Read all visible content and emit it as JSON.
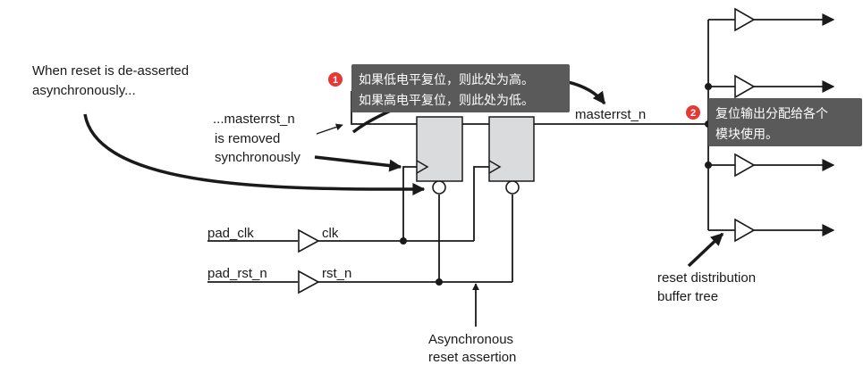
{
  "colors": {
    "ff_fill": "#d9dbdd",
    "note_bg": "#5a5a5a",
    "badge": "#e53935",
    "wire": "#1a1a1a"
  },
  "labels": {
    "when_reset_1": "When reset is de-asserted",
    "when_reset_2": "asynchronously...",
    "masterrst_1": "...masterrst_n",
    "masterrst_2": "is removed",
    "masterrst_3": "synchronously",
    "masterrst_out": "masterrst_n",
    "pad_clk": "pad_clk",
    "clk": "clk",
    "pad_rst_n": "pad_rst_n",
    "rst_n": "rst_n",
    "async_1": "Asynchronous",
    "async_2": "reset assertion",
    "dist_1": "reset distribution",
    "dist_2": "buffer tree"
  },
  "notes": [
    {
      "badge": "1",
      "lines": [
        "如果低电平复位，则此处为高。",
        "如果高电平复位，则此处为低。"
      ]
    },
    {
      "badge": "2",
      "lines": [
        "复位输出分配给各个",
        "模块使用。"
      ]
    }
  ]
}
